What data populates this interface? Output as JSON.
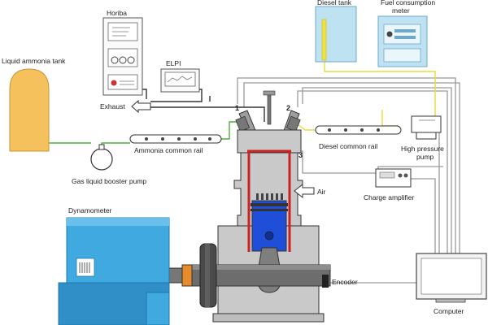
{
  "labels": {
    "horiba": "Horiba",
    "elpi": "ELPI",
    "diesel_tank": "Diesel tank",
    "fuel_meter_line1": "Fuel consumption",
    "fuel_meter_line2": "meter",
    "ammonia_tank": "Liquid ammonia tank",
    "exhaust": "Exhaust",
    "ammonia_rail": "Ammonia common rail",
    "diesel_rail": "Diesel common rail",
    "booster_pump": "Gas liquid booster pump",
    "hp_pump_line1": "High pressure",
    "hp_pump_line2": "pump",
    "air": "Air",
    "charge_amp": "Charge amplifier",
    "dynamometer": "Dynamometer",
    "encoder": "Encoder",
    "computer": "Computer"
  },
  "callouts": {
    "n1": "1",
    "n2": "2",
    "n3": "3"
  },
  "colors": {
    "ammonia_tank": "#f5c15c",
    "diesel_fuel": "#f2e13c",
    "ammonia_line": "#4caf3a",
    "diesel_line": "#e8dc3a",
    "dyno_blue": "#3fa9e0",
    "piston_blue": "#1f4fd9",
    "liner_red": "#cc2222",
    "engine_gray": "#c9c9c9"
  }
}
